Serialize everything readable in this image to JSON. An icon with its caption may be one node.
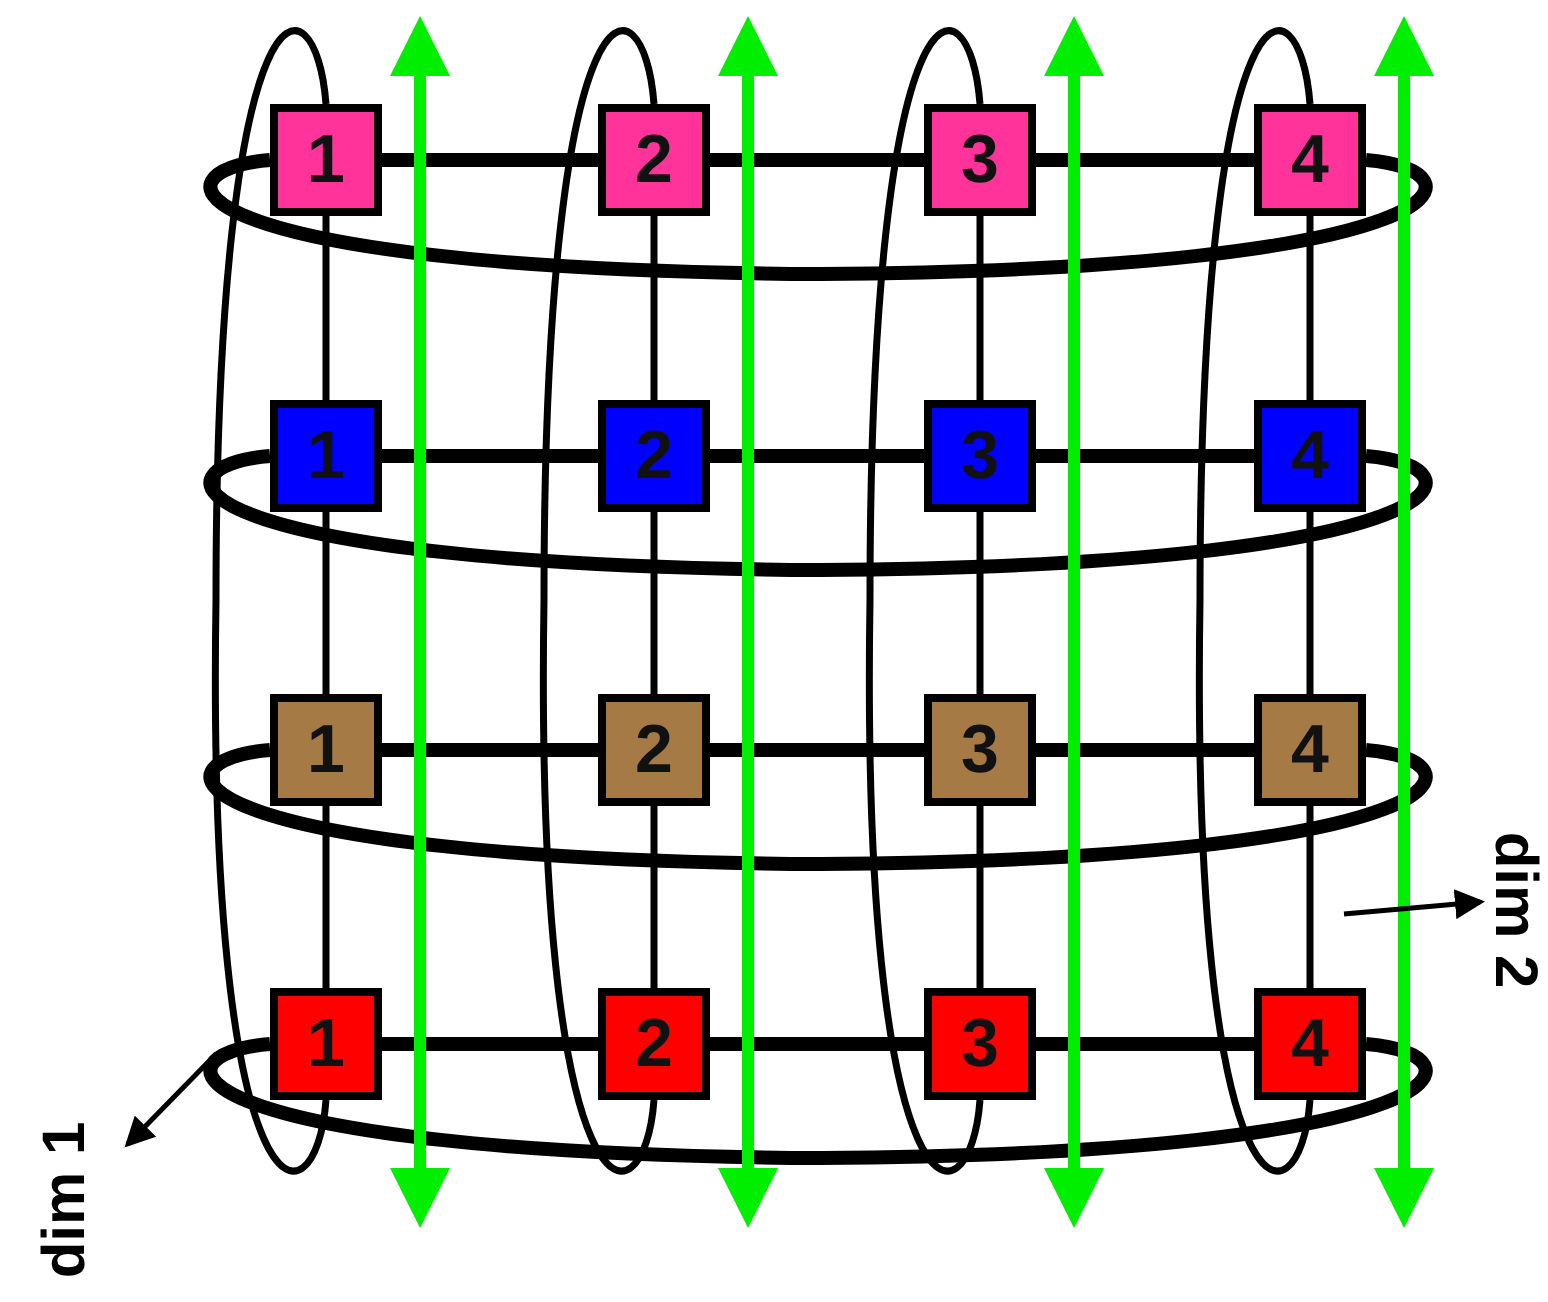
{
  "diagram": {
    "nodes": [
      {
        "text": [
          "1"
        ]
      },
      {
        "text": [
          "2"
        ]
      },
      {
        "text": [
          "3"
        ]
      },
      {
        "text": [
          "4"
        ]
      },
      {
        "text": [
          "1"
        ]
      },
      {
        "text": [
          "2"
        ]
      },
      {
        "text": [
          "3"
        ]
      },
      {
        "text": [
          "4"
        ]
      },
      {
        "text": [
          "1"
        ]
      },
      {
        "text": [
          "2"
        ]
      },
      {
        "text": [
          "3"
        ]
      },
      {
        "text": [
          "4"
        ]
      },
      {
        "text": [
          "1"
        ]
      },
      {
        "text": [
          "2"
        ]
      },
      {
        "text": [
          "3"
        ]
      },
      {
        "text": [
          "4"
        ]
      }
    ],
    "edges": [
      {
        "from": 0,
        "to": 1,
        "arrow": "none",
        "style": "thick"
      },
      {
        "from": 1,
        "to": 2,
        "arrow": "none",
        "style": "thick"
      },
      {
        "from": 2,
        "to": 3,
        "arrow": "none",
        "style": "thick"
      },
      {
        "from": 3,
        "to": 0,
        "arrow": "none",
        "style": "thick"
      },
      {
        "from": 4,
        "to": 5,
        "arrow": "none",
        "style": "thick"
      },
      {
        "from": 5,
        "to": 6,
        "arrow": "none",
        "style": "thick"
      },
      {
        "from": 6,
        "to": 7,
        "arrow": "none",
        "style": "thick"
      },
      {
        "from": 7,
        "to": 4,
        "arrow": "none",
        "style": "thick"
      },
      {
        "from": 8,
        "to": 9,
        "arrow": "none",
        "style": "thick"
      },
      {
        "from": 9,
        "to": 10,
        "arrow": "none",
        "style": "thick"
      },
      {
        "from": 10,
        "to": 11,
        "arrow": "none",
        "style": "thick"
      },
      {
        "from": 11,
        "to": 8,
        "arrow": "none",
        "style": "thick"
      },
      {
        "from": 12,
        "to": 13,
        "arrow": "none",
        "style": "thick"
      },
      {
        "from": 13,
        "to": 14,
        "arrow": "none",
        "style": "thick"
      },
      {
        "from": 14,
        "to": 15,
        "arrow": "none",
        "style": "thick"
      },
      {
        "from": 15,
        "to": 12,
        "arrow": "none",
        "style": "thick"
      },
      {
        "from": 0,
        "to": 4,
        "arrow": "none"
      },
      {
        "from": 4,
        "to": 8,
        "arrow": "none"
      },
      {
        "from": 8,
        "to": 12,
        "arrow": "none"
      },
      {
        "from": 12,
        "to": 0,
        "arrow": "none"
      },
      {
        "from": 1,
        "to": 5,
        "arrow": "none"
      },
      {
        "from": 5,
        "to": 9,
        "arrow": "none"
      },
      {
        "from": 9,
        "to": 13,
        "arrow": "none"
      },
      {
        "from": 13,
        "to": 1,
        "arrow": "none"
      },
      {
        "from": 2,
        "to": 6,
        "arrow": "none"
      },
      {
        "from": 6,
        "to": 10,
        "arrow": "none"
      },
      {
        "from": 10,
        "to": 14,
        "arrow": "none"
      },
      {
        "from": 14,
        "to": 2,
        "arrow": "none"
      },
      {
        "from": 3,
        "to": 7,
        "arrow": "none"
      },
      {
        "from": 7,
        "to": 11,
        "arrow": "none"
      },
      {
        "from": 11,
        "to": 15,
        "arrow": "none"
      },
      {
        "from": 15,
        "to": 3,
        "arrow": "none"
      }
    ],
    "labels": [
      "dim 1",
      "dim 2"
    ]
  }
}
